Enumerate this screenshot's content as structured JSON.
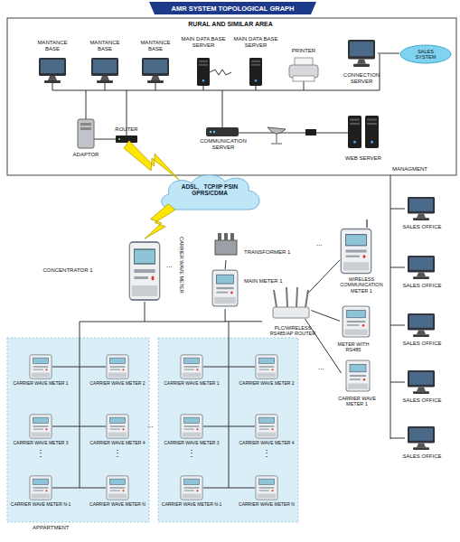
{
  "diagram": {
    "title": "AMR SYSTEM TOPOLOGICAL GRAPH",
    "nodes": [
      {
        "text": [
          "MANTANCE BASE"
        ]
      },
      {
        "text": [
          "MANTANCE BASE"
        ]
      },
      {
        "text": [
          "MANTANCE BASE"
        ]
      },
      {
        "text": [
          "MAIN DATA BASE SERVER"
        ]
      },
      {
        "text": [
          "MAIN DATA BASE SERVER"
        ]
      },
      {
        "text": [
          "PRINTER"
        ]
      },
      {
        "text": [
          "SALES SYSTEM"
        ]
      },
      {
        "text": [
          "CONNECTION SERVER"
        ]
      },
      {
        "text": [
          "ADAPTOR"
        ]
      },
      {
        "text": [
          "ROUTER"
        ]
      },
      {
        "text": [
          "COMMUNICATION SERVER"
        ]
      },
      {
        "text": [
          "WEB SERVER"
        ]
      },
      {
        "text": [
          "ADSL、TCP/IP PSIN GPRS/CDMA"
        ]
      },
      {
        "text": [
          "CONCENTRATOR 1"
        ]
      },
      {
        "text": [
          "TRANSFORMER 1"
        ]
      },
      {
        "text": [
          "MAIN METER 1"
        ]
      },
      {
        "text": [
          "WIRELESS COMMUNICATION METER 1"
        ]
      },
      {
        "text": [
          "PLC/WIRELESS RS485/AP ROUTER"
        ]
      },
      {
        "text": [
          "METER WITH RS485"
        ]
      },
      {
        "text": [
          "CARRIER WAVE METER 1"
        ]
      },
      {
        "text": [
          "SALES OFFICE"
        ]
      },
      {
        "text": [
          "SALES OFFICE"
        ]
      },
      {
        "text": [
          "SALES OFFICE"
        ]
      },
      {
        "text": [
          "SALES OFFICE"
        ]
      },
      {
        "text": [
          "SALES OFFICE"
        ]
      },
      {
        "text": [
          "CARRIER WAVE METER 1"
        ]
      },
      {
        "text": [
          "CARRIER WAVE METER 2"
        ]
      },
      {
        "text": [
          "CARRIER WAVE METER 3"
        ]
      },
      {
        "text": [
          "CARRIER WAVE METER 4"
        ]
      },
      {
        "text": [
          "CARRIER WAVE METER N-1"
        ]
      },
      {
        "text": [
          "CARRIER WAVE METER N"
        ]
      },
      {
        "text": [
          "CARRIER WAVE METER 1"
        ]
      },
      {
        "text": [
          "CARRIER WAVE METER 2"
        ]
      },
      {
        "text": [
          "CARRIER WAVE METER 3"
        ]
      },
      {
        "text": [
          "CARRIER WAVE METER 4"
        ]
      },
      {
        "text": [
          "CARRIER WAVE METER N-1"
        ]
      },
      {
        "text": [
          "CARRIER WAVE METER N"
        ]
      }
    ],
    "edges": [
      {
        "from": 9,
        "to": 12,
        "arrow": "none"
      },
      {
        "from": 12,
        "to": 13,
        "arrow": "none"
      },
      {
        "from": 14,
        "to": 15,
        "arrow": "none"
      },
      {
        "from": 15,
        "to": 17,
        "arrow": "none"
      },
      {
        "from": 17,
        "to": 16,
        "arrow": "none"
      },
      {
        "from": 17,
        "to": 18,
        "arrow": "none"
      },
      {
        "from": 17,
        "to": 19,
        "arrow": "none"
      }
    ],
    "labels": [
      "RURAL AND SIMILAR AREA",
      "MANAGMENT",
      "...",
      "CARRIER WAVE METER",
      "...",
      "...",
      "...",
      "⋮",
      "⋮",
      "⋮",
      "⋮",
      "APPARTMENT"
    ]
  }
}
